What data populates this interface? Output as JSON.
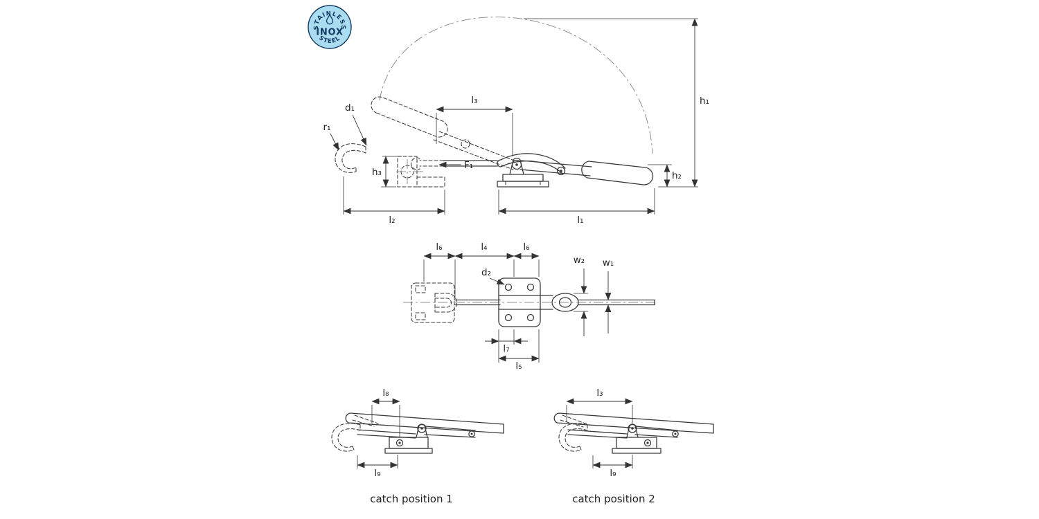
{
  "badge": {
    "arc_top": "STAINLESS",
    "arc_bottom": "STEEL",
    "center": "INOX",
    "icon": "water-drop",
    "bg": "#a9ddef",
    "ink": "#123a63"
  },
  "labels": {
    "h1": "h₁",
    "h2": "h₂",
    "h3": "h₃",
    "l1": "l₁",
    "l2": "l₂",
    "l3": "l₃",
    "l4": "l₄",
    "l5": "l₅",
    "l6": "l₆",
    "l7": "l₇",
    "l8": "l₈",
    "l9": "l₉",
    "d1": "d₁",
    "d2": "d₂",
    "r1": "r₁",
    "w1": "w₁",
    "w2": "w₂",
    "f1": "F₁"
  },
  "captions": {
    "position1": "catch position 1",
    "position2": "catch position 2"
  },
  "colors": {
    "line": "#3a3a3a",
    "centerline": "#8f8f8f",
    "dim": "#333333",
    "background": "#ffffff"
  }
}
